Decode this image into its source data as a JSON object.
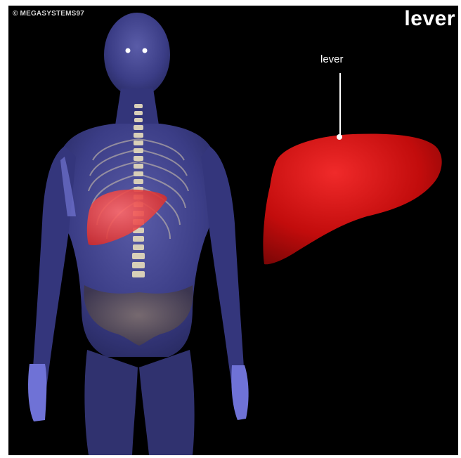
{
  "copyright": "© MEGASYSTEMS97",
  "title": "lever",
  "organ_label": "lever",
  "colors": {
    "background": "#000000",
    "body": "#3c3f8a",
    "liver": "#c81010",
    "bone": "#cfc6b0",
    "text": "#ffffff"
  },
  "icons": {
    "figure": "human-body-figure",
    "organ": "liver-organ"
  }
}
